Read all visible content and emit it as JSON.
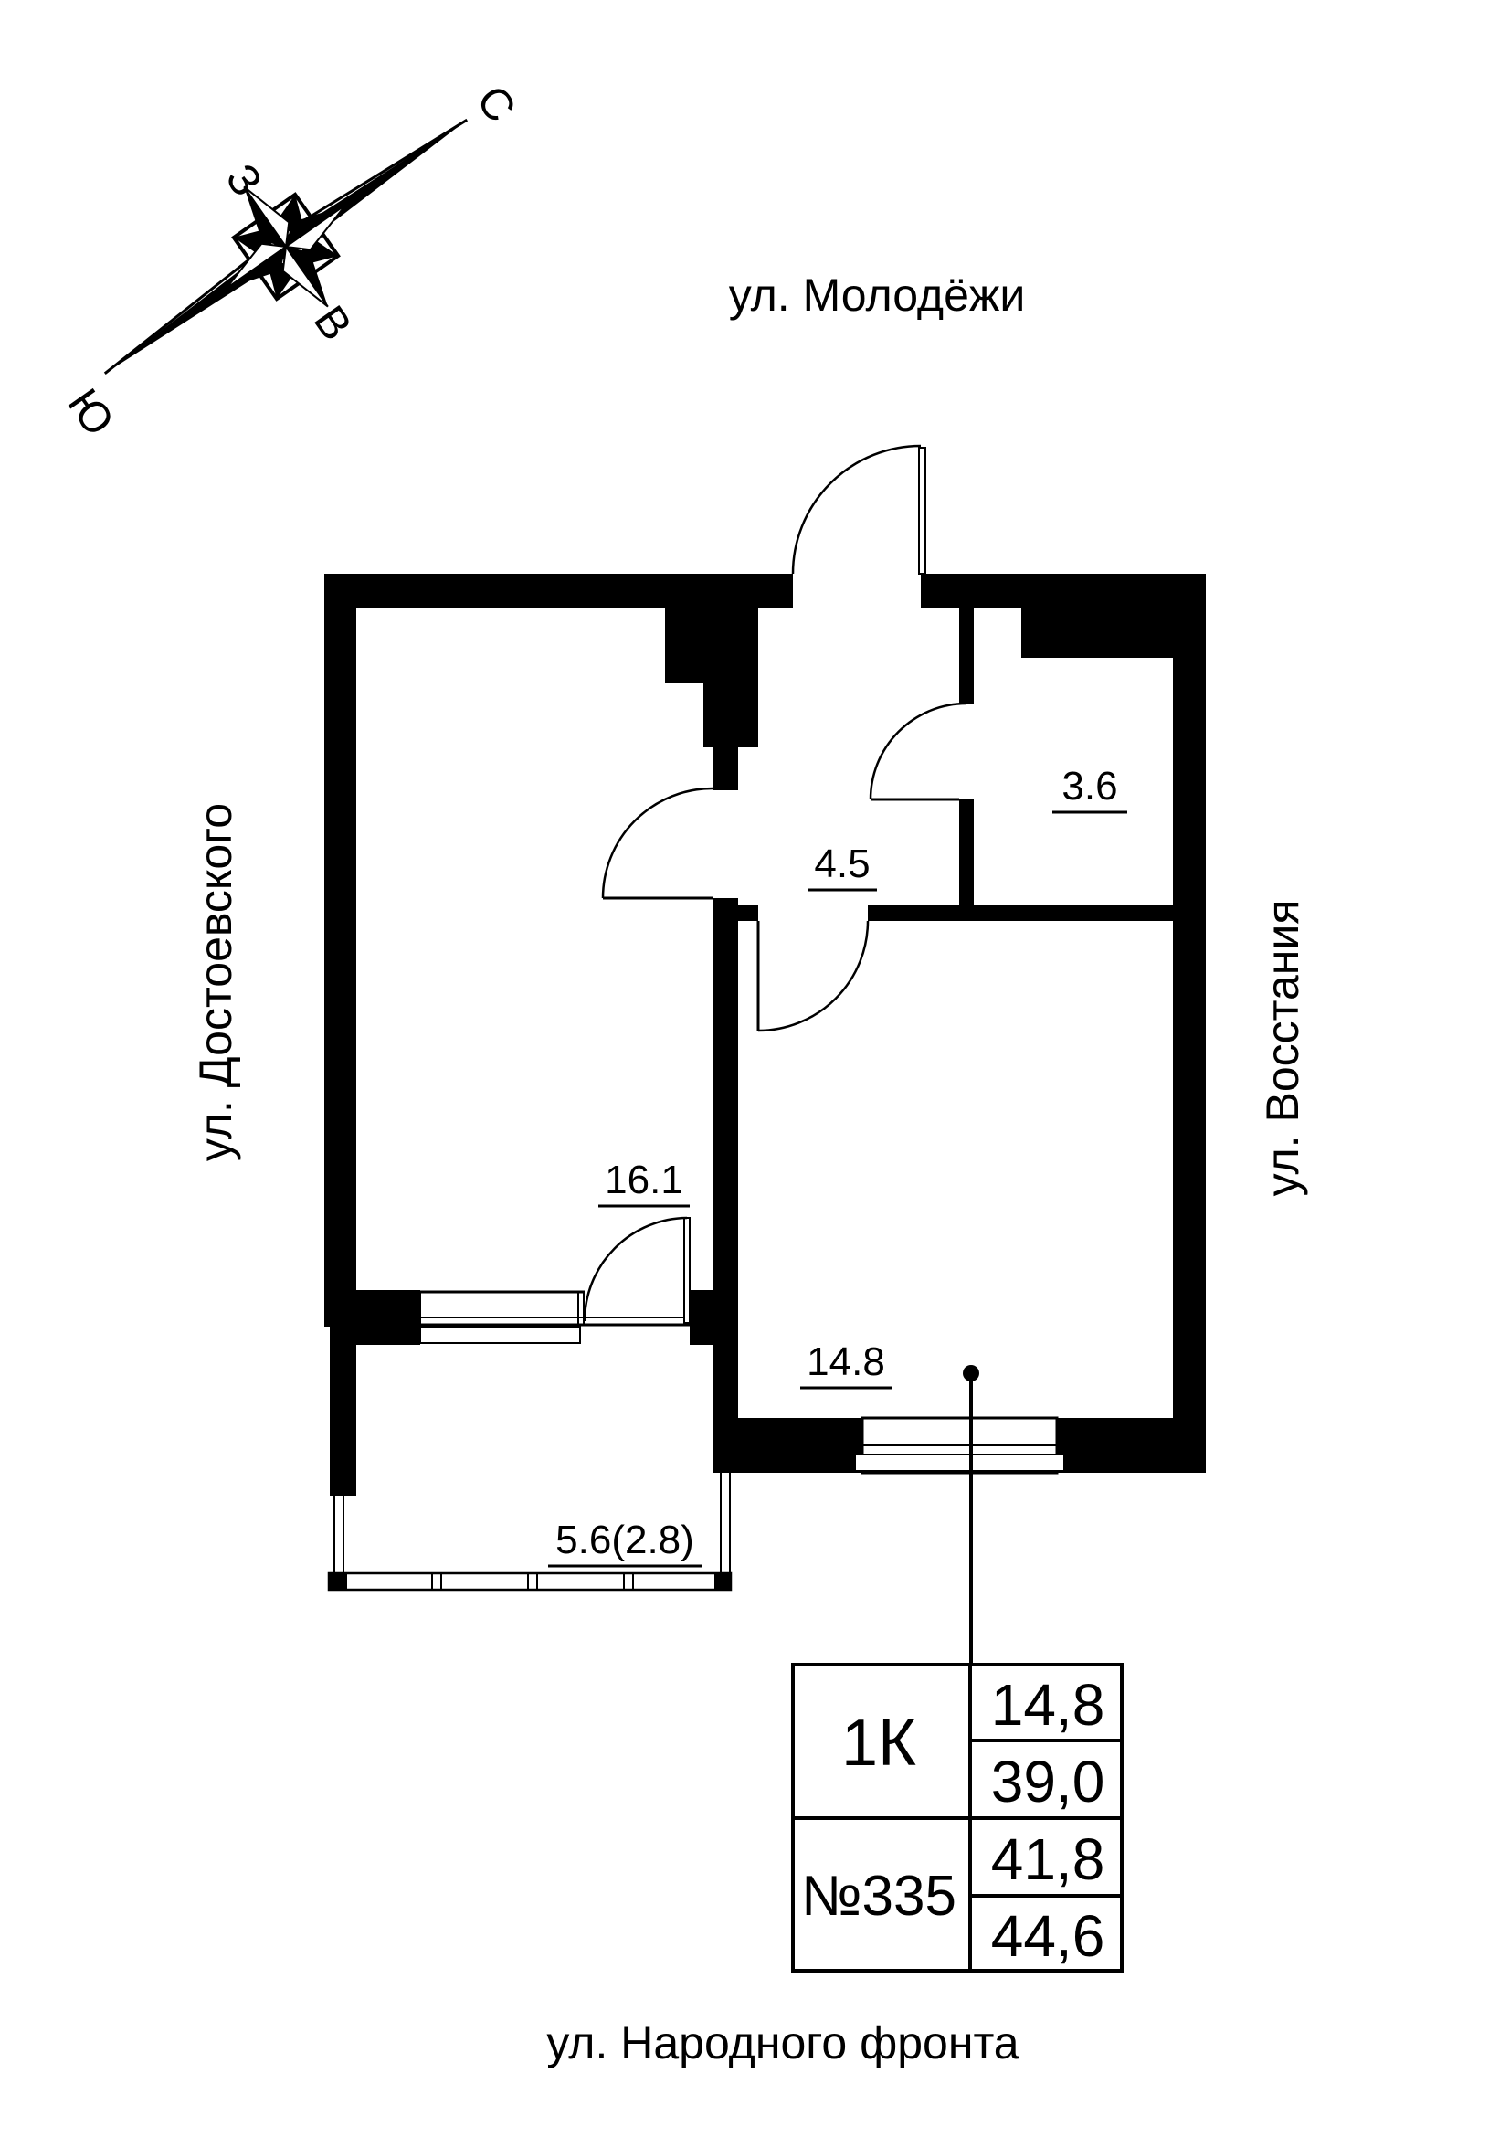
{
  "compass": {
    "north": "С",
    "south": "Ю",
    "west": "З",
    "east": "В"
  },
  "streets": {
    "top": "ул. Молодёжи",
    "left": "ул. Достоевского",
    "right": "ул. Восстания",
    "bottom": "ул. Народного фронта"
  },
  "rooms": {
    "living_room": {
      "area": "16.1"
    },
    "kitchen_living": {
      "area": "14.8"
    },
    "hallway": {
      "area": "4.5"
    },
    "bathroom": {
      "area": "3.6"
    },
    "balcony": {
      "area": "5.6(2.8)"
    }
  },
  "info_table": {
    "apartment_type": "1К",
    "apartment_number": "№335",
    "values": [
      "14,8",
      "39,0",
      "41,8",
      "44,6"
    ]
  },
  "colors": {
    "ink": "#000000",
    "paper": "#ffffff"
  }
}
